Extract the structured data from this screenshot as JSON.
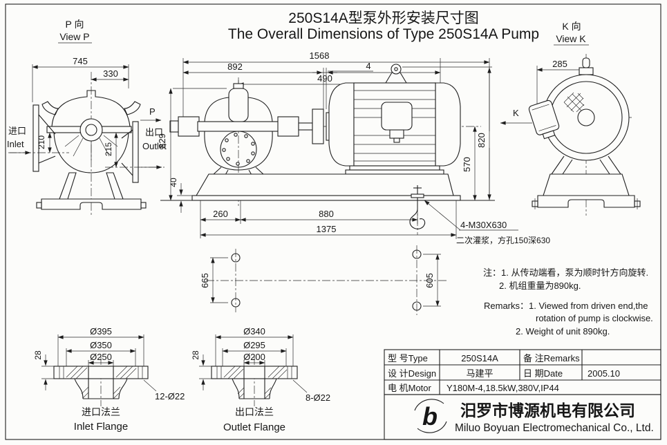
{
  "title": {
    "zh": "250S14A型泵外形安装尺寸图",
    "en": "The Overall Dimensions of Type 250S14A Pump"
  },
  "view_p": {
    "label_zh": "P 向",
    "label_en": "View P",
    "dim_745": "745",
    "dim_330": "330",
    "dim_210": "210",
    "dim_215": "215",
    "inlet_zh": "进口",
    "inlet_en": "Inlet",
    "p_mark": "P",
    "outlet_zh": "出口",
    "outlet_en": "Outlet"
  },
  "main_view": {
    "dim_1568": "1568",
    "dim_892": "892",
    "dim_490": "490",
    "dim_4": "4",
    "dim_829": "829",
    "dim_820": "820",
    "dim_570": "570",
    "dim_40": "40",
    "dim_260": "260",
    "dim_880": "880",
    "dim_1375": "1375",
    "k_mark": "K",
    "anchor_note": "4-M30X630",
    "grout_note": "二次灌浆，方孔150深630"
  },
  "plan_view": {
    "dim_665": "665",
    "dim_605": "605"
  },
  "view_k": {
    "label_zh": "K 向",
    "label_en": "View K",
    "dim_285": "285"
  },
  "notes": {
    "zh_line1": "注：1. 从传动端看，泵为顺时针方向旋转.",
    "zh_line2": "2. 机组重量为890kg.",
    "en_line1": "Remarks：1. Viewed from driven end,the",
    "en_line2": "rotation of pump is  clockwise.",
    "en_line3": "2. Weight of unit 890kg."
  },
  "inlet_flange": {
    "dim_od": "Ø395",
    "dim_bc": "Ø350",
    "dim_bore": "Ø250",
    "dim_thk": "28",
    "holes": "12-Ø22",
    "caption_zh": "进口法兰",
    "caption_en": "Inlet Flange"
  },
  "outlet_flange": {
    "dim_od": "Ø340",
    "dim_bc": "Ø295",
    "dim_bore": "Ø200",
    "dim_thk": "28",
    "holes": "8-Ø22",
    "caption_zh": "出口法兰",
    "caption_en": "Outlet Flange"
  },
  "title_block": {
    "type_label": "型 号Type",
    "type_value": "250S14A",
    "remarks_label": "备 注Remarks",
    "remarks_value": "",
    "design_label": "设 计Design",
    "design_value": "马建平",
    "date_label": "日 期Date",
    "date_value": "2005.10",
    "motor_label": "电 机Motor",
    "motor_value": "Y180M-4,18.5kW,380V,IP44"
  },
  "company": {
    "logo_letter": "b",
    "name_zh": "汨罗市博源机电有限公司",
    "name_en": "Miluo Boyuan Electromechanical Co., Ltd."
  }
}
